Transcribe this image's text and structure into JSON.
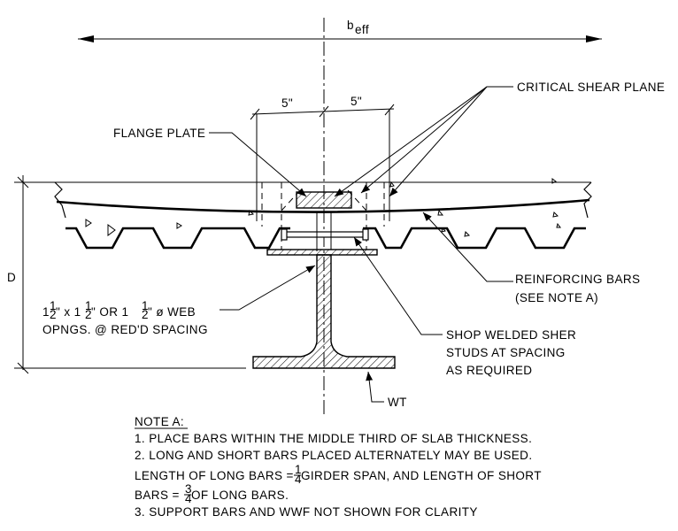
{
  "labels": {
    "beff_main": "b",
    "beff_sub": "eff",
    "dim_left": "5\"",
    "dim_right": "5\"",
    "flange_plate": "FLANGE PLATE",
    "critical_shear_plane": "CRITICAL SHEAR PLANE",
    "reinforcing_bars_1": "REINFORCING BARS",
    "reinforcing_bars_2": "(SEE NOTE A)",
    "depth": "D",
    "web_openings_1a": "1",
    "web_openings_1b": "\" x 1",
    "web_openings_1c": "\" OR 1",
    "web_openings_1d": "\" ø WEB",
    "half_num": "1",
    "half_den": "2",
    "web_openings_2": "OPNGS. @ RED'D SPACING",
    "studs_1": "SHOP WELDED SHER",
    "studs_2": "STUDS AT SPACING",
    "studs_3": "AS REQUIRED",
    "wt": "WT"
  },
  "note": {
    "title": "NOTE A:",
    "line1": "1. PLACE BARS WITHIN THE MIDDLE THIRD OF SLAB THICKNESS.",
    "line2": "2. LONG AND SHORT BARS PLACED ALTERNATELY MAY BE USED.",
    "line3a": "LENGTH OF LONG BARS = ",
    "frac_q_num": "1",
    "frac_q_den": "4",
    "line3b": " GIRDER SPAN, AND LENGTH OF SHORT",
    "line4a": "BARS = ",
    "frac_3q_num": "3",
    "frac_3q_den": "4",
    "line4b": " OF LONG BARS.",
    "line5": "3. SUPPORT BARS AND WWF NOT SHOWN FOR CLARITY"
  }
}
